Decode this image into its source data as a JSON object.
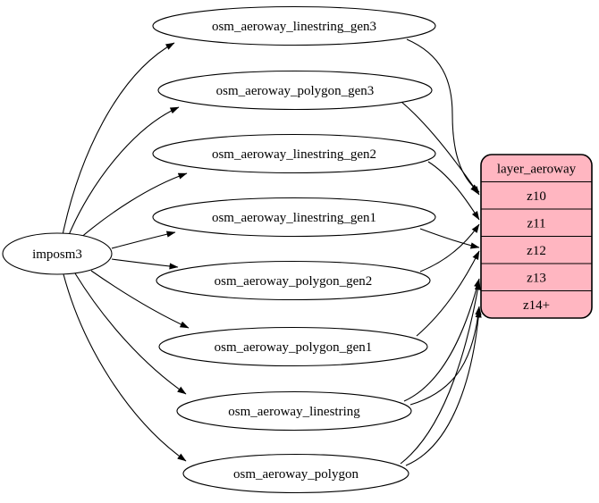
{
  "diagram": {
    "source_node": {
      "id": "imposm3",
      "label": "imposm3"
    },
    "table_nodes": [
      {
        "id": "osm_aeroway_linestring_gen3",
        "label": "osm_aeroway_linestring_gen3"
      },
      {
        "id": "osm_aeroway_polygon_gen3",
        "label": "osm_aeroway_polygon_gen3"
      },
      {
        "id": "osm_aeroway_linestring_gen2",
        "label": "osm_aeroway_linestring_gen2"
      },
      {
        "id": "osm_aeroway_linestring_gen1",
        "label": "osm_aeroway_linestring_gen1"
      },
      {
        "id": "osm_aeroway_polygon_gen2",
        "label": "osm_aeroway_polygon_gen2"
      },
      {
        "id": "osm_aeroway_polygon_gen1",
        "label": "osm_aeroway_polygon_gen1"
      },
      {
        "id": "osm_aeroway_linestring",
        "label": "osm_aeroway_linestring"
      },
      {
        "id": "osm_aeroway_polygon",
        "label": "osm_aeroway_polygon"
      }
    ],
    "layer_node": {
      "id": "layer_aeroway",
      "title": "layer_aeroway",
      "rows": [
        "z10",
        "z11",
        "z12",
        "z13",
        "z14+"
      ]
    },
    "edges": [
      {
        "from": "imposm3",
        "to": "osm_aeroway_linestring_gen3"
      },
      {
        "from": "imposm3",
        "to": "osm_aeroway_polygon_gen3"
      },
      {
        "from": "imposm3",
        "to": "osm_aeroway_linestring_gen2"
      },
      {
        "from": "imposm3",
        "to": "osm_aeroway_linestring_gen1"
      },
      {
        "from": "imposm3",
        "to": "osm_aeroway_polygon_gen2"
      },
      {
        "from": "imposm3",
        "to": "osm_aeroway_polygon_gen1"
      },
      {
        "from": "imposm3",
        "to": "osm_aeroway_linestring"
      },
      {
        "from": "imposm3",
        "to": "osm_aeroway_polygon"
      },
      {
        "from": "osm_aeroway_linestring_gen3",
        "to": "layer_aeroway",
        "row": "z10"
      },
      {
        "from": "osm_aeroway_polygon_gen3",
        "to": "layer_aeroway",
        "row": "z10"
      },
      {
        "from": "osm_aeroway_linestring_gen2",
        "to": "layer_aeroway",
        "row": "z11"
      },
      {
        "from": "osm_aeroway_polygon_gen2",
        "to": "layer_aeroway",
        "row": "z11"
      },
      {
        "from": "osm_aeroway_linestring_gen1",
        "to": "layer_aeroway",
        "row": "z12"
      },
      {
        "from": "osm_aeroway_polygon_gen1",
        "to": "layer_aeroway",
        "row": "z12"
      },
      {
        "from": "osm_aeroway_linestring",
        "to": "layer_aeroway",
        "row": "z13"
      },
      {
        "from": "osm_aeroway_polygon",
        "to": "layer_aeroway",
        "row": "z13"
      },
      {
        "from": "osm_aeroway_linestring",
        "to": "layer_aeroway",
        "row": "z14+"
      },
      {
        "from": "osm_aeroway_polygon",
        "to": "layer_aeroway",
        "row": "z14+"
      }
    ],
    "colors": {
      "node_fill": "#ffffff",
      "record_fill": "#ffb6c1",
      "stroke": "#000000"
    }
  }
}
